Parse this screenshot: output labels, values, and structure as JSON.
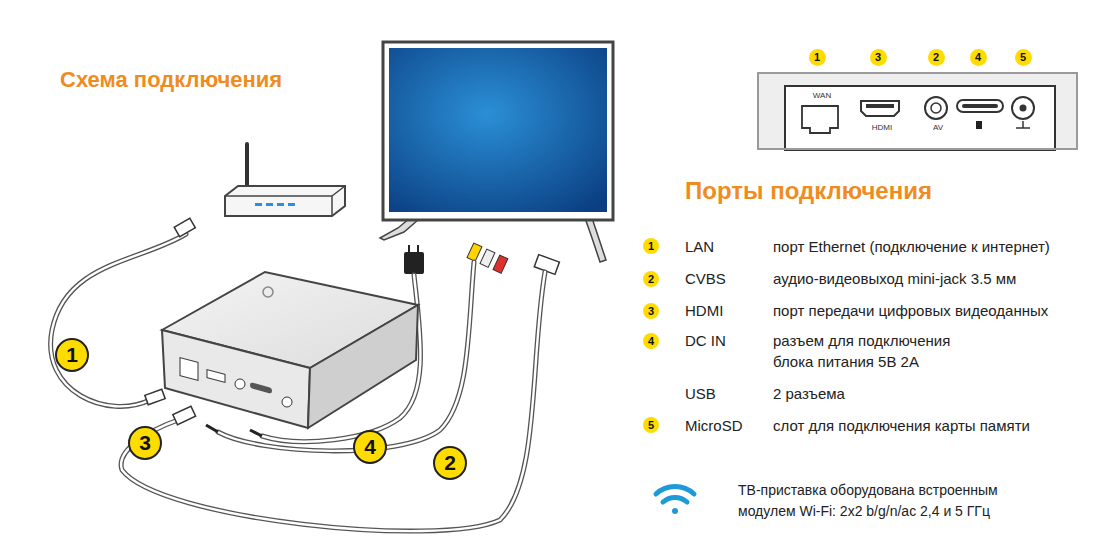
{
  "diagram": {
    "title": "Схема подключения",
    "nodes": [
      {
        "text": [
          "1"
        ]
      },
      {
        "text": [
          "3"
        ]
      },
      {
        "text": [
          "2"
        ]
      },
      {
        "text": [
          "4"
        ]
      },
      {
        "text": [
          "5"
        ]
      },
      {
        "text": [
          "WAN",
          "HDMI",
          "AV"
        ]
      },
      {
        "text": [
          "1"
        ]
      },
      {
        "text": [
          "2"
        ]
      },
      {
        "text": [
          "3"
        ]
      },
      {
        "text": [
          "4"
        ]
      },
      {
        "text": [
          "5"
        ]
      },
      {
        "text": [
          "1"
        ]
      },
      {
        "text": [
          "3"
        ]
      },
      {
        "text": [
          "4"
        ]
      },
      {
        "text": [
          "2"
        ]
      }
    ],
    "labels": [
      "Порты подключения",
      "LAN",
      "порт Ethernet (подключение к интернет)",
      "CVBS",
      "аудио-видеовыход mini-jack 3.5 мм",
      "HDMI",
      "порт передачи цифровых видеоданных",
      "DC IN",
      "разъем для подключения блока питания 5В 2А",
      "USB",
      "2 разъема",
      "MicroSD",
      "слот для подключения карты памяти",
      "ТВ-приставка оборудована встроенным модулем Wi-Fi: 2x2 b/g/n/ac 2,4 и 5 ГГц"
    ]
  }
}
